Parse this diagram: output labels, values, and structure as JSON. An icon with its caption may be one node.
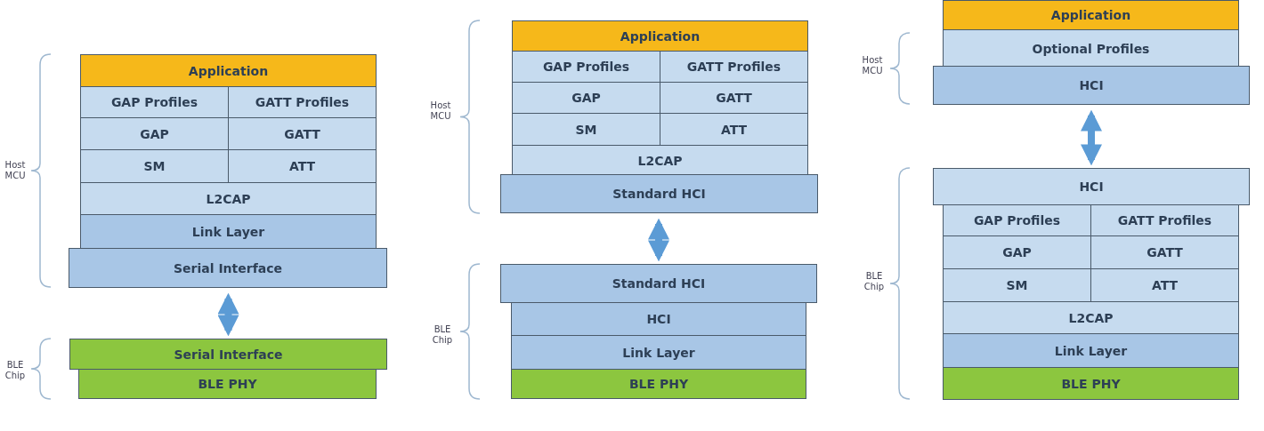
{
  "diagram": {
    "nodes": [
      {
        "text": [
          "Application"
        ]
      },
      {
        "text": [
          "GAP Profiles"
        ]
      },
      {
        "text": [
          "GATT Profiles"
        ]
      },
      {
        "text": [
          "GAP"
        ]
      },
      {
        "text": [
          "GATT"
        ]
      },
      {
        "text": [
          "SM"
        ]
      },
      {
        "text": [
          "ATT"
        ]
      },
      {
        "text": [
          "L2CAP"
        ]
      },
      {
        "text": [
          "Link Layer"
        ]
      },
      {
        "text": [
          "Serial Interface"
        ]
      },
      {
        "text": [
          "Serial Interface"
        ]
      },
      {
        "text": [
          "BLE PHY"
        ]
      },
      {
        "text": [
          "Application"
        ]
      },
      {
        "text": [
          "GAP Profiles"
        ]
      },
      {
        "text": [
          "GATT Profiles"
        ]
      },
      {
        "text": [
          "GAP"
        ]
      },
      {
        "text": [
          "GATT"
        ]
      },
      {
        "text": [
          "SM"
        ]
      },
      {
        "text": [
          "ATT"
        ]
      },
      {
        "text": [
          "L2CAP"
        ]
      },
      {
        "text": [
          "Standard HCI"
        ]
      },
      {
        "text": [
          "Standard HCI"
        ]
      },
      {
        "text": [
          "HCI"
        ]
      },
      {
        "text": [
          "Link Layer"
        ]
      },
      {
        "text": [
          "BLE PHY"
        ]
      },
      {
        "text": [
          "Application"
        ]
      },
      {
        "text": [
          "Optional Profiles"
        ]
      },
      {
        "text": [
          "HCI"
        ]
      },
      {
        "text": [
          "HCI"
        ]
      },
      {
        "text": [
          "GAP Profiles"
        ]
      },
      {
        "text": [
          "GATT Profiles"
        ]
      },
      {
        "text": [
          "GAP"
        ]
      },
      {
        "text": [
          "GATT"
        ]
      },
      {
        "text": [
          "SM"
        ]
      },
      {
        "text": [
          "ATT"
        ]
      },
      {
        "text": [
          "L2CAP"
        ]
      },
      {
        "text": [
          "Link Layer"
        ]
      },
      {
        "text": [
          "BLE PHY"
        ]
      }
    ],
    "edges": [
      {
        "from": 9,
        "to": 10,
        "arrow": "both"
      },
      {
        "from": 20,
        "to": 21,
        "arrow": "both"
      },
      {
        "from": 27,
        "to": 28,
        "arrow": "both"
      }
    ],
    "labels": [
      "Host MCU",
      "BLE Chip",
      "Host MCU",
      "BLE Chip",
      "Host MCU",
      "BLE Chip"
    ]
  }
}
